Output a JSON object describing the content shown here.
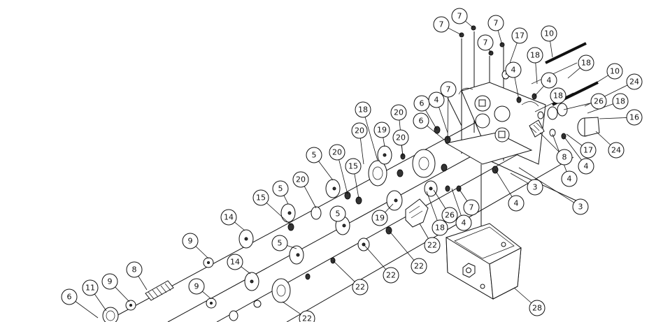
{
  "callout_labels": [
    "7",
    "7",
    "7",
    "7",
    "17",
    "10",
    "18",
    "4",
    "4",
    "18",
    "18",
    "10",
    "24",
    "26",
    "18",
    "16",
    "17",
    "24",
    "8",
    "4",
    "4",
    "3",
    "3",
    "4",
    "7",
    "6",
    "4",
    "6",
    "7",
    "20",
    "18",
    "19",
    "20",
    "20",
    "5",
    "20",
    "15",
    "5",
    "20",
    "5",
    "15",
    "14",
    "19",
    "26",
    "18",
    "22",
    "4",
    "5",
    "9",
    "14",
    "22",
    "22",
    "22",
    "9",
    "8",
    "9",
    "11",
    "6",
    "22",
    "28"
  ]
}
